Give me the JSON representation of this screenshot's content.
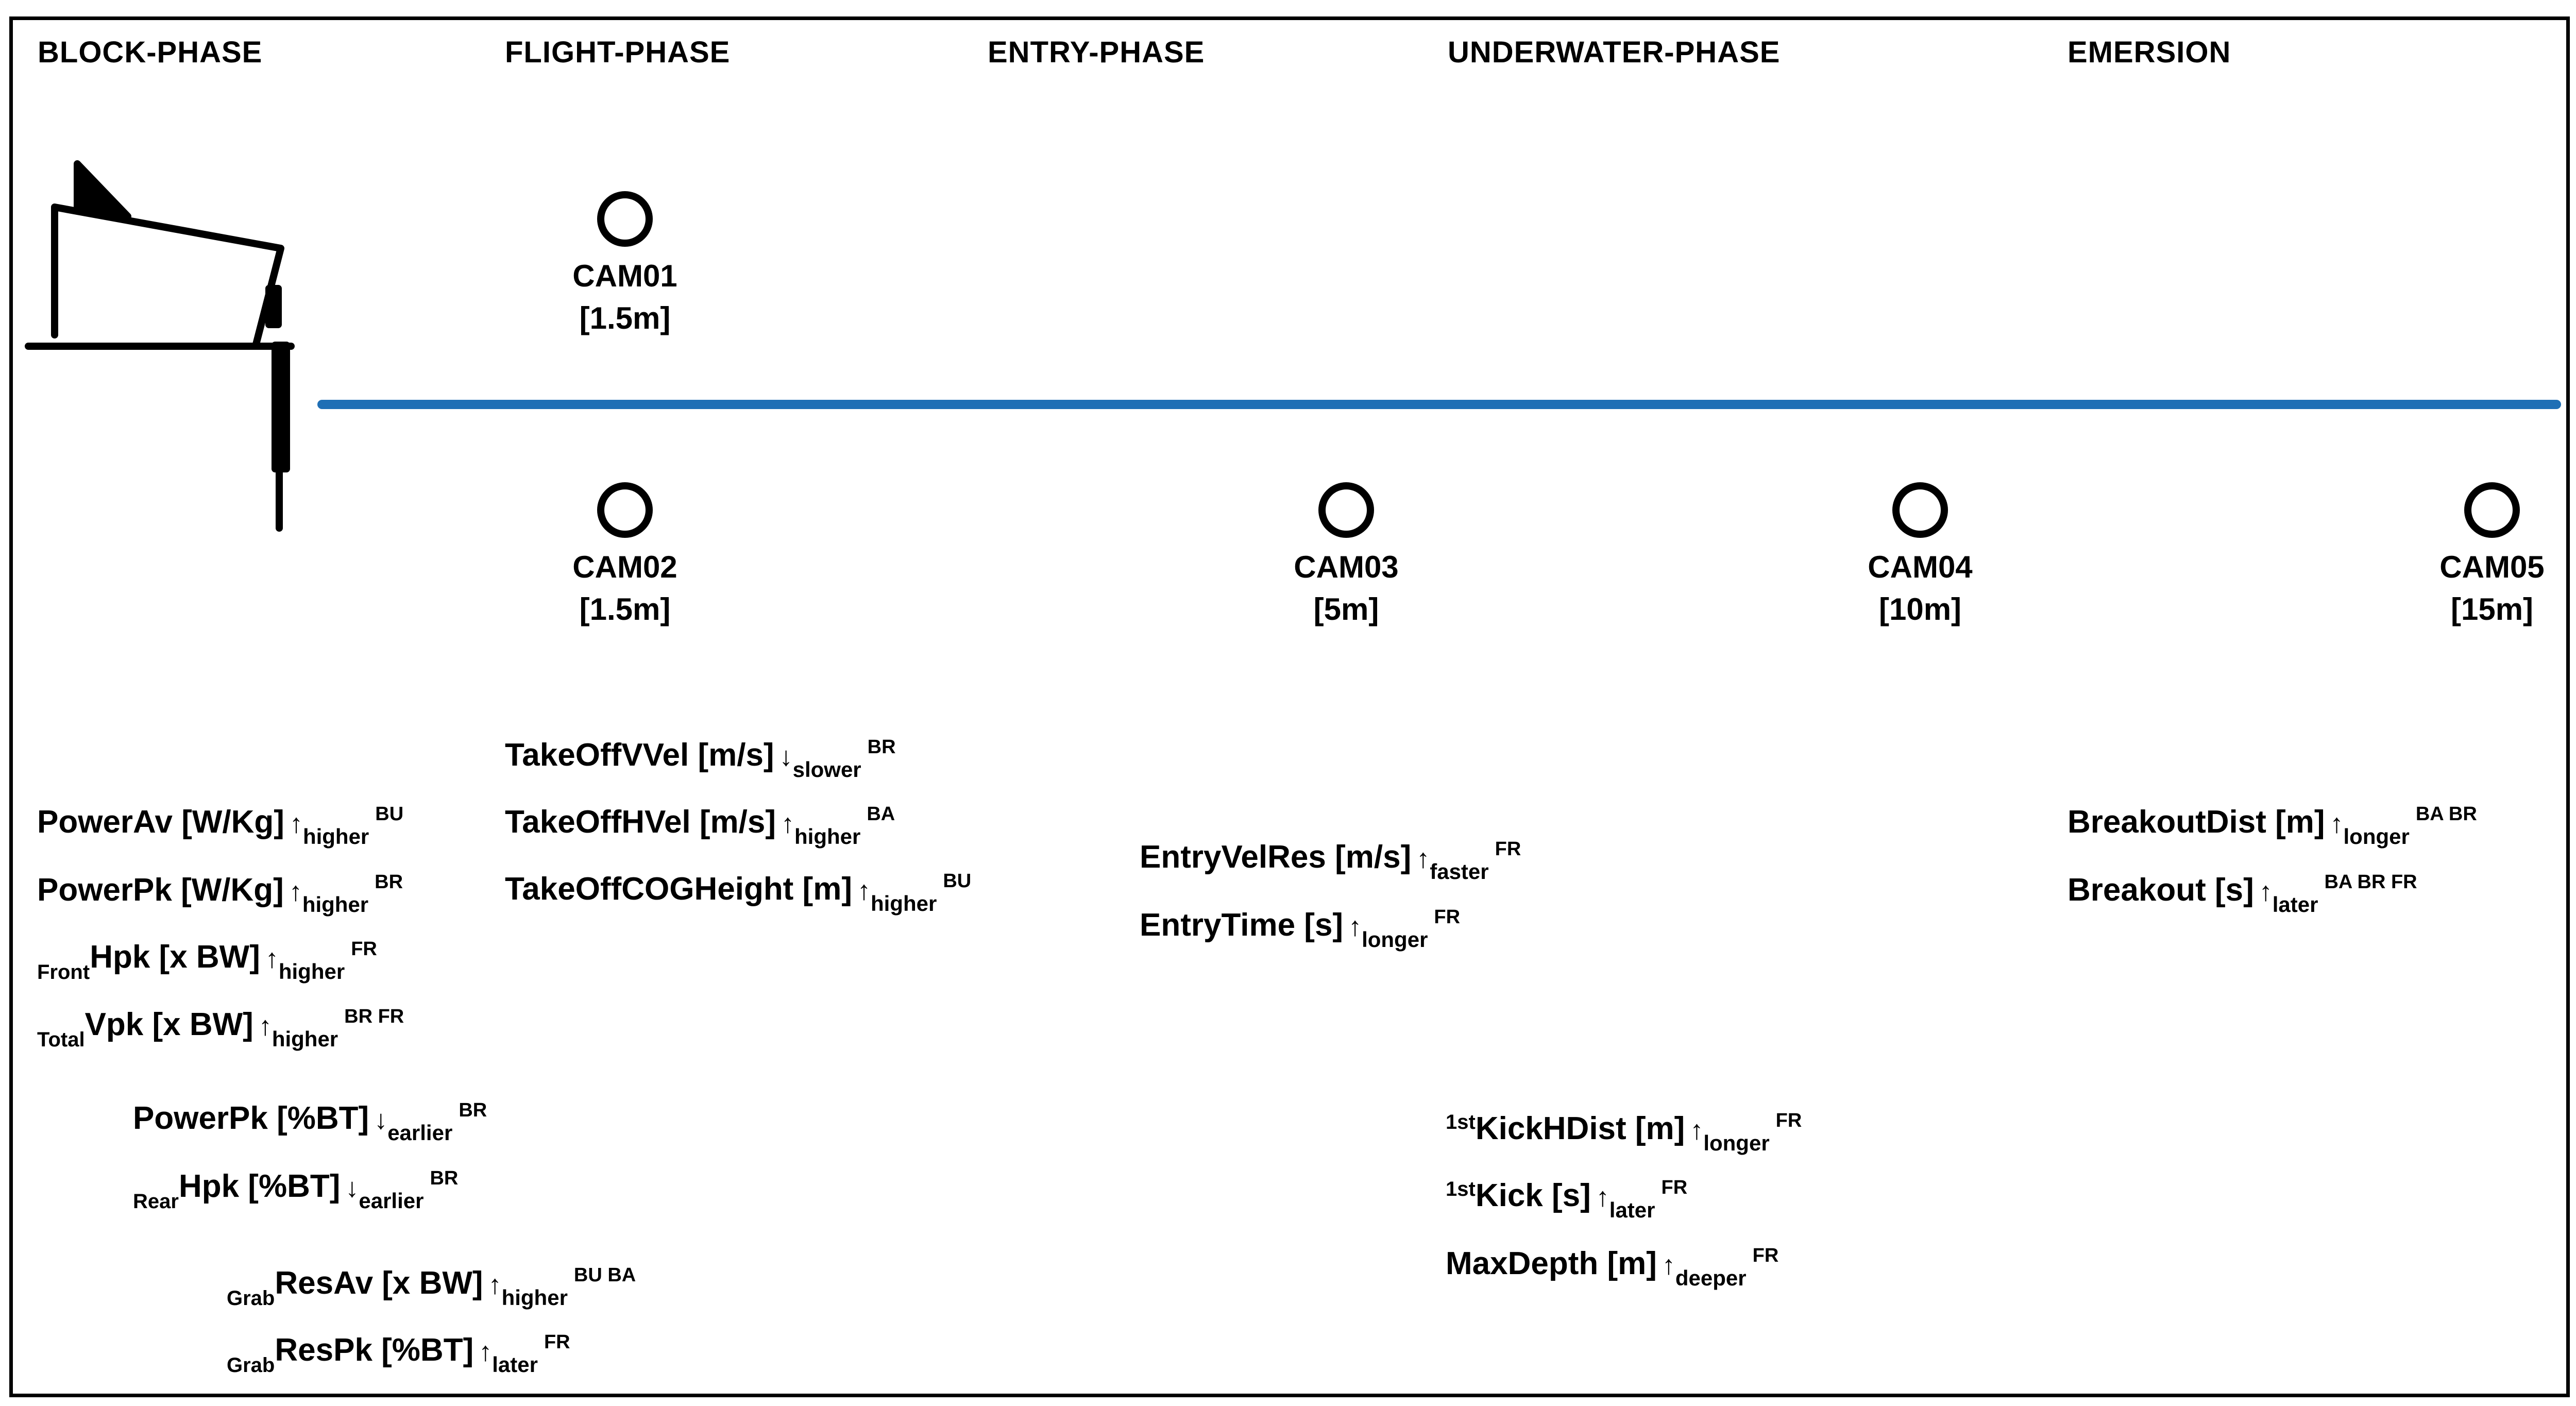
{
  "phases": [
    {
      "label": "BLOCK-PHASE"
    },
    {
      "label": "FLIGHT-PHASE"
    },
    {
      "label": "ENTRY-PHASE"
    },
    {
      "label": "UNDERWATER-PHASE"
    },
    {
      "label": "EMERSION"
    }
  ],
  "cameras": [
    {
      "id": "CAM01",
      "dist": "[1.5m]"
    },
    {
      "id": "CAM02",
      "dist": "[1.5m]"
    },
    {
      "id": "CAM03",
      "dist": "[5m]"
    },
    {
      "id": "CAM04",
      "dist": "[10m]"
    },
    {
      "id": "CAM05",
      "dist": "[15m]"
    }
  ],
  "colors": {
    "water_line": "#1f6fb5",
    "ink": "#000000"
  },
  "metrics": [
    {
      "pre": "",
      "sub": "",
      "name": "PowerAv [W/Kg]",
      "arrow": "↑",
      "dir": "higher",
      "tag": "BU"
    },
    {
      "pre": "",
      "sub": "",
      "name": "PowerPk [W/Kg]",
      "arrow": "↑",
      "dir": "higher",
      "tag": "BR"
    },
    {
      "pre": "",
      "sub": "Front",
      "name": "Hpk [x BW]",
      "arrow": "↑",
      "dir": "higher",
      "tag": "FR"
    },
    {
      "pre": "",
      "sub": "Total",
      "name": "Vpk [x BW]",
      "arrow": "↑",
      "dir": "higher",
      "tag": "BR FR"
    },
    {
      "pre": "",
      "sub": "",
      "name": "PowerPk [%BT]",
      "arrow": "↓",
      "dir": "earlier",
      "tag": "BR"
    },
    {
      "pre": "",
      "sub": "Rear",
      "name": "Hpk [%BT]",
      "arrow": "↓",
      "dir": "earlier",
      "tag": "BR"
    },
    {
      "pre": "",
      "sub": "Grab",
      "name": "ResAv [x BW]",
      "arrow": "↑",
      "dir": "higher",
      "tag": "BU BA"
    },
    {
      "pre": "",
      "sub": "Grab",
      "name": "ResPk [%BT]",
      "arrow": "↑",
      "dir": "later",
      "tag": "FR"
    },
    {
      "pre": "",
      "sub": "",
      "name": "TakeOffVVel [m/s]",
      "arrow": "↓",
      "dir": "slower",
      "tag": "BR"
    },
    {
      "pre": "",
      "sub": "",
      "name": "TakeOffHVel [m/s]",
      "arrow": "↑",
      "dir": "higher",
      "tag": "BA"
    },
    {
      "pre": "",
      "sub": "",
      "name": "TakeOffCOGHeight [m]",
      "arrow": "↑",
      "dir": "higher",
      "tag": "BU"
    },
    {
      "pre": "",
      "sub": "",
      "name": "EntryVelRes [m/s]",
      "arrow": "↑",
      "dir": "faster",
      "tag": "FR"
    },
    {
      "pre": "",
      "sub": "",
      "name": "EntryTime [s]",
      "arrow": "↑",
      "dir": "longer",
      "tag": "FR"
    },
    {
      "pre": "1st",
      "sub": "",
      "name": "KickHDist [m]",
      "arrow": "↑",
      "dir": "longer",
      "tag": "FR"
    },
    {
      "pre": "1st",
      "sub": "",
      "name": "Kick [s]",
      "arrow": "↑",
      "dir": "later",
      "tag": "FR"
    },
    {
      "pre": "",
      "sub": "",
      "name": "MaxDepth [m]",
      "arrow": "↑",
      "dir": "deeper",
      "tag": "FR"
    },
    {
      "pre": "",
      "sub": "",
      "name": "BreakoutDist [m]",
      "arrow": "↑",
      "dir": "longer",
      "tag": "BA BR"
    },
    {
      "pre": "",
      "sub": "",
      "name": "Breakout [s]",
      "arrow": "↑",
      "dir": "later",
      "tag": "BA BR FR"
    }
  ]
}
